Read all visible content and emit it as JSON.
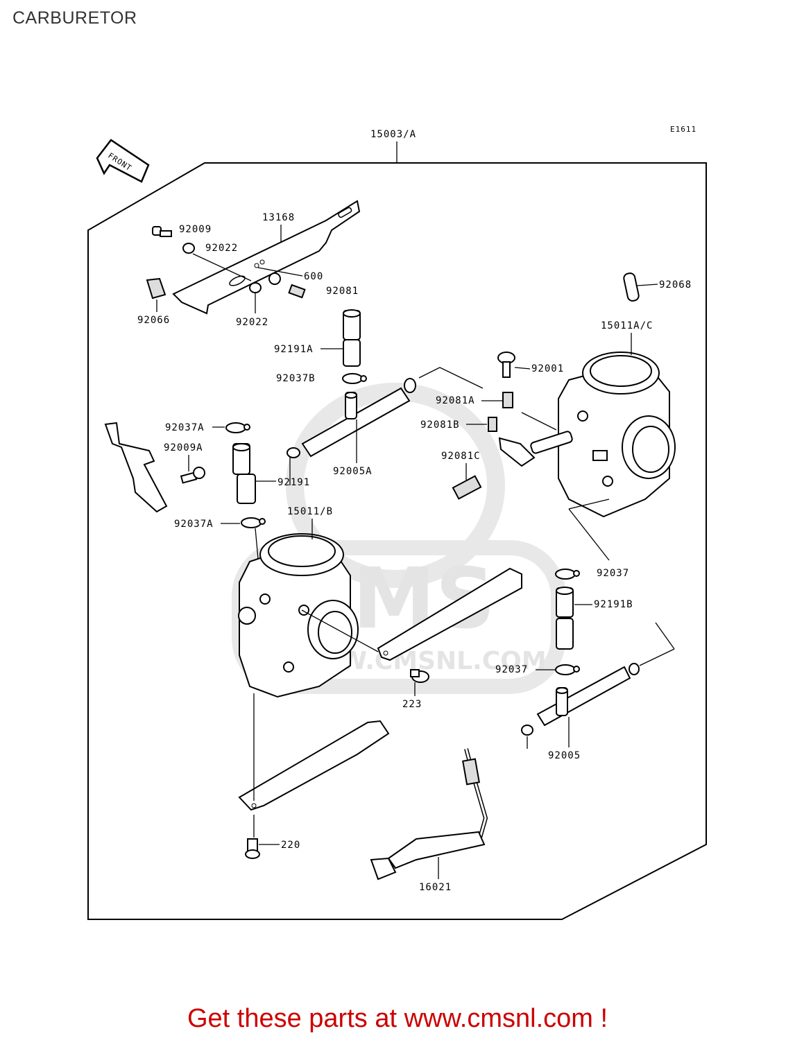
{
  "page": {
    "title": "CARBURETOR",
    "cta": "Get these parts at www.cmsnl.com !"
  },
  "diagram": {
    "code": "E1611",
    "front_label": "FRONT",
    "watermark": {
      "brand": "CMS",
      "url": "WWW.CMSNL.COM"
    },
    "parts": {
      "p15003A": "15003/A",
      "p13168": "13168",
      "p92009": "92009",
      "p92022a": "92022",
      "p600": "600",
      "p92081": "92081",
      "p92022b": "92022",
      "p92066": "92066",
      "p92068": "92068",
      "p15011AC": "15011A/C",
      "p92191A": "92191A",
      "p92001": "92001",
      "p92037B": "92037B",
      "p92081A": "92081A",
      "p92081B": "92081B",
      "p92037A1": "92037A",
      "p92009A": "92009A",
      "p92081C": "92081C",
      "p92191": "92191",
      "p92005A": "92005A",
      "p92037A2": "92037A",
      "p15011B": "15011/B",
      "p92037a": "92037",
      "p92191B": "92191B",
      "p92037b": "92037",
      "p223": "223",
      "p92005": "92005",
      "p220": "220",
      "p16021": "16021"
    }
  }
}
